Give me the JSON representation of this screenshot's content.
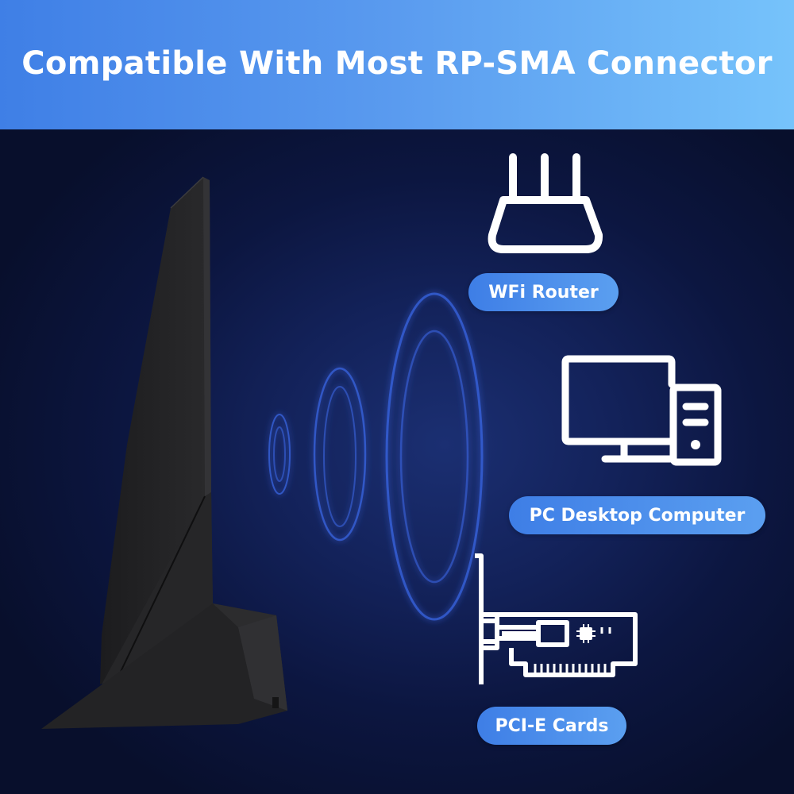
{
  "banner": {
    "title": "Compatible With Most RP-SMA Connector"
  },
  "devices": [
    {
      "label": "WFi Router",
      "icon": "router-icon"
    },
    {
      "label": "PC Desktop Computer",
      "icon": "desktop-computer-icon"
    },
    {
      "label": "PCI-E Cards",
      "icon": "pcie-card-icon"
    }
  ],
  "colors": {
    "banner_start": "#3f7fe6",
    "banner_end": "#76c3fb",
    "background": "#0c1640",
    "pill": "#4a8deb",
    "icon_stroke": "#ffffff",
    "signal_ring": "#3a64e0"
  }
}
